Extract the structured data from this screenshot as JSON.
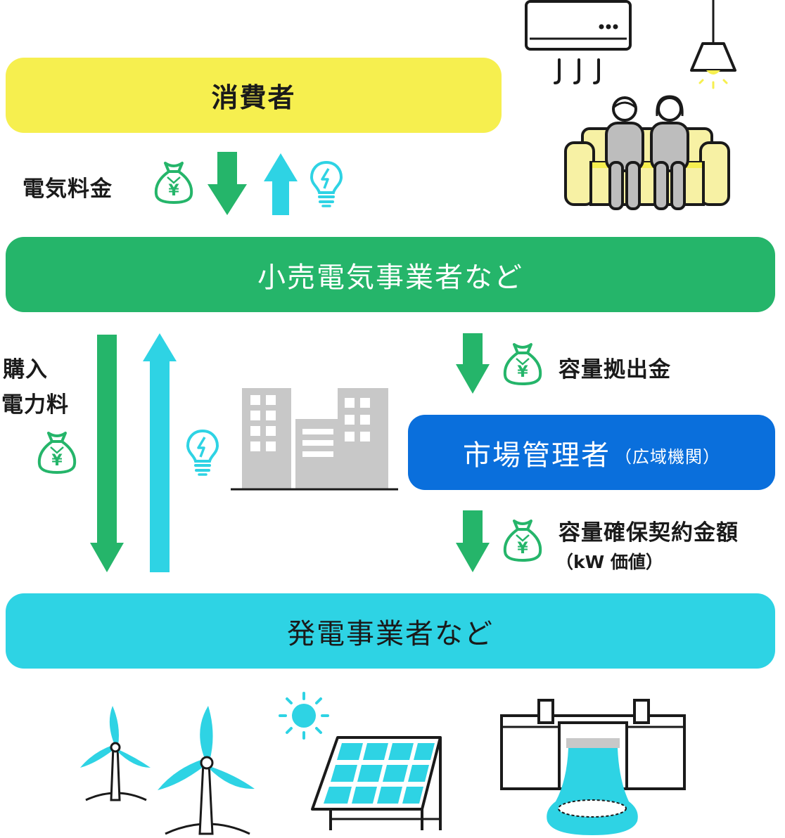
{
  "boxes": {
    "consumer": "消費者",
    "retailer": "小売電気事業者など",
    "market_manager": "市場管理者",
    "market_manager_sub": "（広域機関）",
    "generator": "発電事業者など"
  },
  "labels": {
    "electricity_fee": "電気料金",
    "purchase_line1": "購入",
    "purchase_line2": "電力料",
    "capacity_contribution": "容量拠出金",
    "capacity_contract_amount": "容量確保契約金額",
    "kw_value": "（kW 価値）"
  },
  "icons": {
    "money_bag": "money-bag-yen-icon",
    "yen_symbol": "¥",
    "lightbulb": "lightbulb-icon"
  },
  "colors": {
    "consumer_box": "#f6ef4f",
    "retailer_box": "#25b56a",
    "market_box": "#0a6fdc",
    "generator_box": "#2ed3e4",
    "money_arrow": "#25b56a",
    "power_arrow": "#2ed3e4",
    "building": "#c8c8c8"
  }
}
